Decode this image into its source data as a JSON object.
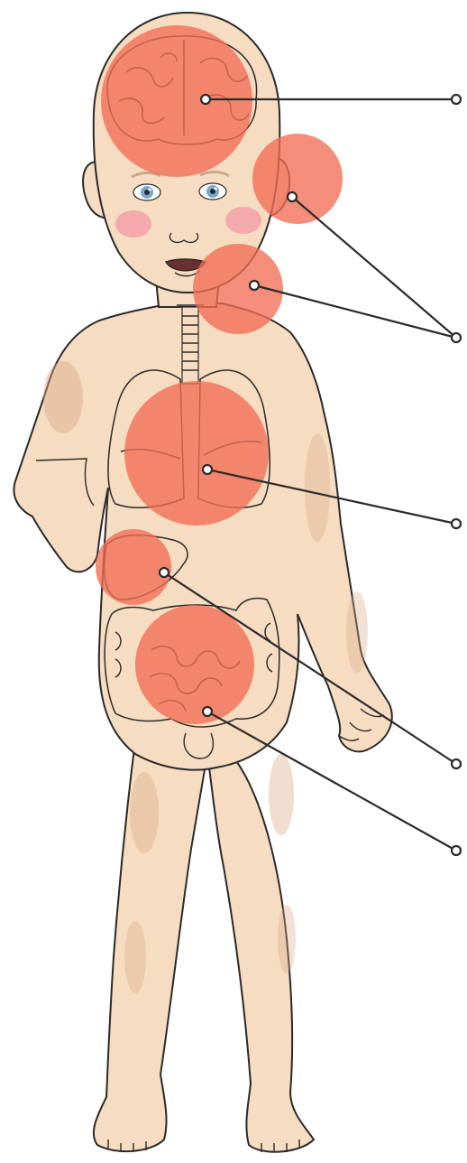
{
  "diagram": {
    "subject": "child-anatomy",
    "colors": {
      "skin": "#f6dcc0",
      "skin_shade": "#d9a98a",
      "highlight": "#f16d54",
      "cheek": "#f3a0a8",
      "outline": "#2a2a2a",
      "callout": "#2b2b2b",
      "background": "#ffffff"
    },
    "highlights": [
      {
        "organ": "brain"
      },
      {
        "organ": "ear"
      },
      {
        "organ": "throat"
      },
      {
        "organ": "lungs"
      },
      {
        "organ": "liver"
      },
      {
        "organ": "intestines"
      }
    ],
    "callouts": [
      {
        "target": "brain",
        "count": 1
      },
      {
        "target": "ear-and-throat",
        "count": 2
      },
      {
        "target": "lungs",
        "count": 1
      },
      {
        "target": "liver",
        "count": 1
      },
      {
        "target": "intestines",
        "count": 1
      }
    ]
  }
}
